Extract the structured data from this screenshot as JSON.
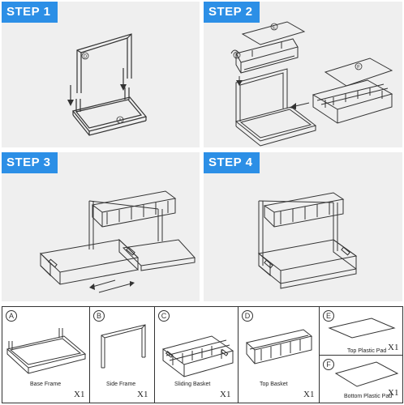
{
  "steps": [
    {
      "label": "STEP 1"
    },
    {
      "label": "STEP 2"
    },
    {
      "label": "STEP 3"
    },
    {
      "label": "STEP 4"
    }
  ],
  "step_markers": {
    "step1_side": "D",
    "step1_base": "A",
    "step2_top_pad": "E",
    "step2_side": "B",
    "step2_bottom_pad": "F"
  },
  "parts": [
    {
      "letter": "A",
      "name": "Base Frame",
      "qty": "X1"
    },
    {
      "letter": "B",
      "name": "Side Frame",
      "qty": "X1"
    },
    {
      "letter": "C",
      "name": "Sliding Basket",
      "qty": "X1"
    },
    {
      "letter": "D",
      "name": "Top Basket",
      "qty": "X1"
    },
    {
      "letter": "E",
      "name": "Top Plastic Pad",
      "qty": "X1"
    },
    {
      "letter": "F",
      "name": "Bottom Plastic Pad",
      "qty": "X1"
    }
  ],
  "colors": {
    "badge": "#2c8fe6",
    "panel_bg": "#efefef",
    "line": "#333333"
  }
}
